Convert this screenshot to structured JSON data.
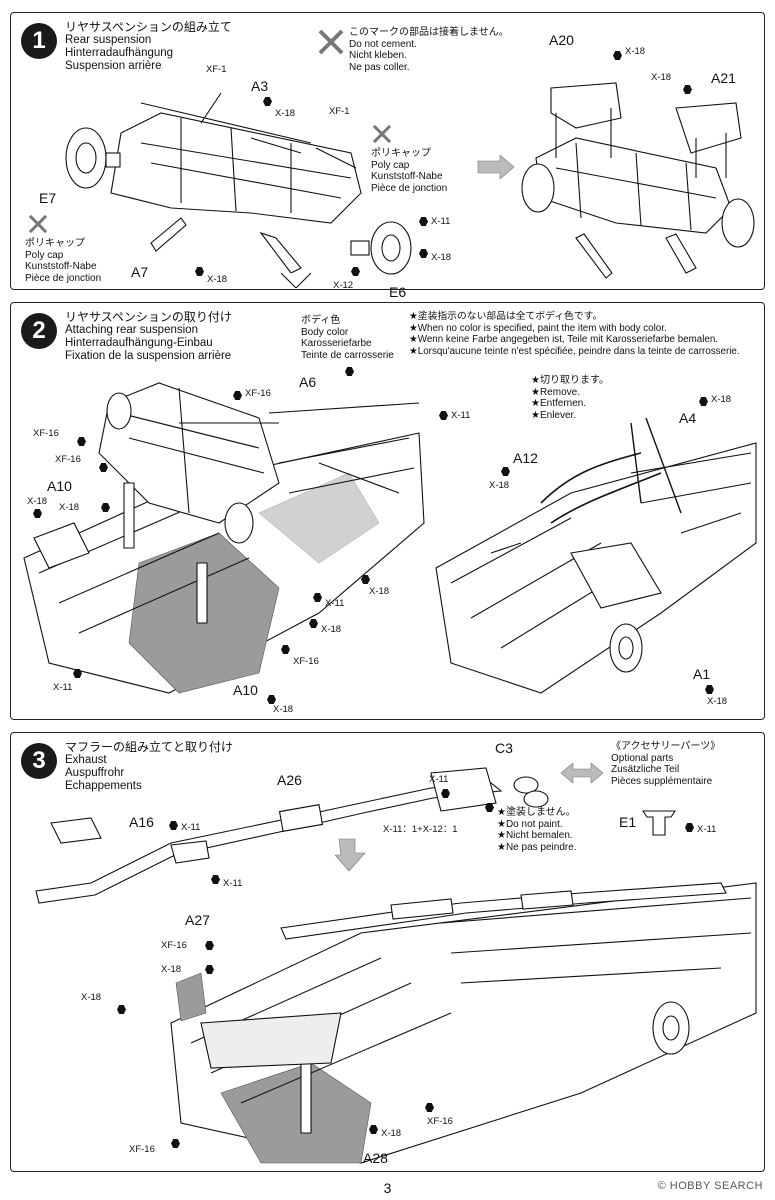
{
  "page_number": "3",
  "watermark": "© HOBBY SEARCH",
  "step1": {
    "number": "1",
    "title_jp": "リヤサスペンションの組み立て",
    "title_en": "Rear suspension",
    "title_de": "Hinterradaufhängung",
    "title_fr": "Suspension arrière",
    "nocement_jp": "このマークの部品は接着しません。",
    "nocement_en": "Do not cement.",
    "nocement_de": "Nicht kleben.",
    "nocement_fr": "Ne pas coller.",
    "polycap_a_jp": "ポリキャップ",
    "polycap_a_en": "Poly cap",
    "polycap_a_de": "Kunststoff-Nabe",
    "polycap_a_fr": "Pièce de jonction",
    "polycap_b_jp": "ポリキャップ",
    "polycap_b_en": "Poly cap",
    "polycap_b_de": "Kunststoff-Nabe",
    "polycap_b_fr": "Pièce de jonction",
    "labels": {
      "xf1_a": "XF-1",
      "a3": "A3",
      "x18_a": "X-18",
      "xf1_b": "XF-1",
      "e7": "E7",
      "a7": "A7",
      "x18_b": "X-18",
      "x11_a": "X-11",
      "x18_c": "X-18",
      "x12": "X-12",
      "e6": "E6",
      "a20": "A20",
      "x18_d": "X-18",
      "x18_e": "X-18",
      "a21": "A21"
    }
  },
  "step2": {
    "number": "2",
    "title_jp": "リヤサスペンションの取り付け",
    "title_en": "Attaching rear suspension",
    "title_de": "Hinterradaufhängung-Einbau",
    "title_fr": "Fixation de la suspension arrière",
    "bodycolor_jp": "ボディ色",
    "bodycolor_en": "Body color",
    "bodycolor_de": "Karosseriefarbe",
    "bodycolor_fr": "Teinte de carrosserie",
    "paint_note_jp": "★塗装指示のない部品は全てボディ色です。",
    "paint_note_en": "★When no color is specified, paint the item with body color.",
    "paint_note_de": "★Wenn keine Farbe angegeben ist, Teile mit Karosseriefarbe bemalen.",
    "paint_note_fr": "★Lorsqu'aucune teinte n'est spécifiée, peindre dans la teinte de carrosserie.",
    "remove_jp": "★切り取ります。",
    "remove_en": "★Remove.",
    "remove_de": "★Entfernen.",
    "remove_fr": "★Enlever.",
    "labels": {
      "xf16_a": "XF-16",
      "a6": "A6",
      "x11_a": "X-11",
      "xf16_b": "XF-16",
      "xf16_c": "XF-16",
      "a10_a": "A10",
      "x18_a": "X-18",
      "x18_b": "X-18",
      "x18_c": "X-18",
      "x11_b": "X-11",
      "x18_d": "X-18",
      "xf16_d": "XF-16",
      "x11_c": "X-11",
      "a10_b": "A10",
      "x18_e": "X-18",
      "a4": "A4",
      "x18_f": "X-18",
      "a12": "A12",
      "x18_g": "X-18",
      "a1": "A1",
      "x18_h": "X-18"
    }
  },
  "step3": {
    "number": "3",
    "title_jp": "マフラーの組み立てと取り付け",
    "title_en": "Exhaust",
    "title_de": "Auspuffrohr",
    "title_fr": "Echappements",
    "nopaint_jp": "★塗装しません。",
    "nopaint_en": "★Do not paint.",
    "nopaint_de": "★Nicht bemalen.",
    "nopaint_fr": "★Ne pas peindre.",
    "optional_jp": "《アクセサリーパーツ》",
    "optional_en": "Optional parts",
    "optional_de": "Zusätzliche Teil",
    "optional_fr": "Pièces supplémentaire",
    "labels": {
      "x11_a": "X-11",
      "c3": "C3",
      "a26": "A26",
      "mix": "X-11：1+X-12：1",
      "a16": "A16",
      "x11_b": "X-11",
      "x11_c": "X-11",
      "e1": "E1",
      "x11_d": "X-11",
      "a27": "A27",
      "xf16_a": "XF-16",
      "x18_a": "X-18",
      "x18_b": "X-18",
      "x18_c": "X-18",
      "xf16_b": "XF-16",
      "xf16_c": "XF-16",
      "a28": "A28"
    }
  }
}
